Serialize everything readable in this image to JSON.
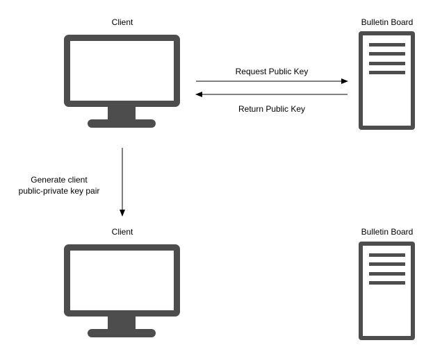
{
  "top": {
    "client_label": "Client",
    "board_label": "Bulletin Board",
    "request_label": "Request Public Key",
    "return_label": "Return Public Key"
  },
  "step": {
    "line1": "Generate client",
    "line2": "public-private key pair"
  },
  "bottom": {
    "client_label": "Client",
    "board_label": "Bulletin Board"
  },
  "colors": {
    "icon": "#4d4d4d",
    "arrow": "#000000"
  },
  "icons": [
    "monitor-icon",
    "server-icon"
  ]
}
